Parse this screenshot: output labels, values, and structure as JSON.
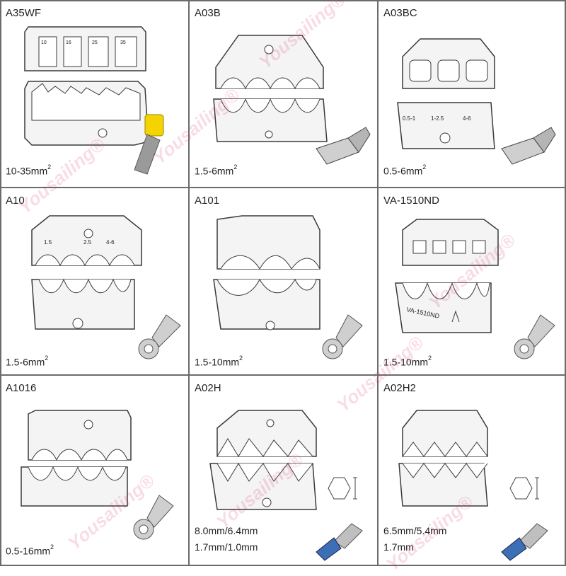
{
  "colors": {
    "border": "#6b6b6b",
    "die_fill": "#f4f4f4",
    "die_stroke": "#3a3a3a",
    "ferrule_yellow": "#f3d400",
    "watermark": "#dc285a"
  },
  "watermark_text": "Yousailing®",
  "cells": [
    {
      "title": "A35WF",
      "spec_lines": [
        "10-35mm"
      ],
      "sup": "2",
      "labels": [
        "10",
        "16",
        "25",
        "35"
      ],
      "terminal_icon": "ferrule-icon"
    },
    {
      "title": "A03B",
      "spec_lines": [
        "1.5-6mm"
      ],
      "sup": "2",
      "labels": [],
      "terminal_icon": "spade-terminal-icon"
    },
    {
      "title": "A03BC",
      "spec_lines": [
        "0.5-6mm"
      ],
      "sup": "2",
      "labels": [
        "0.5-1",
        "1-2.5",
        "4-6"
      ],
      "terminal_icon": "spade-terminal-icon"
    },
    {
      "title": "A10",
      "spec_lines": [
        "1.5-6mm"
      ],
      "sup": "2",
      "labels": [
        "1.5",
        "2.5",
        "4-6"
      ],
      "terminal_icon": "ring-terminal-icon"
    },
    {
      "title": "A101",
      "spec_lines": [
        "1.5-10mm"
      ],
      "sup": "2",
      "labels": [],
      "terminal_icon": "ring-terminal-icon"
    },
    {
      "title": "VA-1510ND",
      "spec_lines": [
        "1.5-10mm"
      ],
      "sup": "2",
      "labels": [
        "VA-1510ND"
      ],
      "terminal_icon": "ring-terminal-icon"
    },
    {
      "title": "A1016",
      "spec_lines": [
        "0.5-16mm"
      ],
      "sup": "2",
      "labels": [],
      "terminal_icon": "ring-terminal-icon"
    },
    {
      "title": "A02H",
      "spec_lines": [
        "8.0mm/6.4mm",
        "1.7mm/1.0mm"
      ],
      "sup": "",
      "labels": [],
      "terminal_icon": "bnc-connector-icon"
    },
    {
      "title": "A02H2",
      "spec_lines": [
        "6.5mm/5.4mm",
        "1.7mm"
      ],
      "sup": "",
      "labels": [],
      "terminal_icon": "bnc-connector-icon"
    }
  ]
}
